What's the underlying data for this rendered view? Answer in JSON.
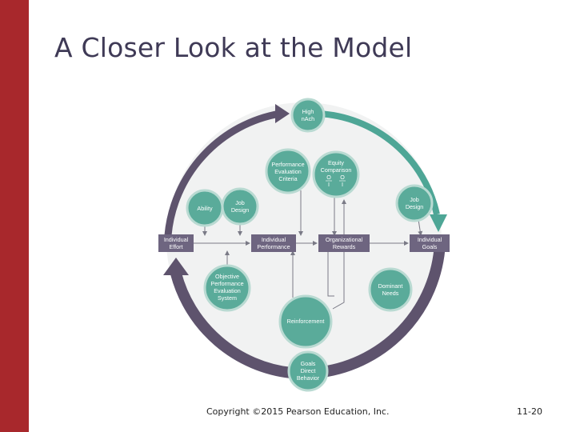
{
  "slide": {
    "title": "A Closer Look at the Model",
    "copyright": "Copyright ©2015 Pearson Education, Inc.",
    "page_number": "11-20"
  },
  "diagram": {
    "nodes": {
      "high_nach": [
        "High",
        "nAch"
      ],
      "performance_evaluation_criteria": [
        "Performance",
        "Evaluation",
        "Criteria"
      ],
      "equity_comparison": [
        "Equity",
        "Comparison"
      ],
      "equity_formula": [
        "O",
        "I",
        "O",
        "I"
      ],
      "ability": [
        "Ability"
      ],
      "job_design_left": [
        "Job",
        "Design"
      ],
      "job_design_right": [
        "Job",
        "Design"
      ],
      "individual_effort": [
        "Individual",
        "Effort"
      ],
      "individual_performance": [
        "Individual",
        "Performance"
      ],
      "organizational_rewards": [
        "Organizational",
        "Rewards"
      ],
      "individual_goals": [
        "Individual",
        "Goals"
      ],
      "objective_performance_evaluation_system": [
        "Objective",
        "Performance",
        "Evaluation",
        "System"
      ],
      "dominant_needs": [
        "Dominant",
        "Needs"
      ],
      "reinforcement": [
        "Reinforcement"
      ],
      "goals_direct_behavior": [
        "Goals",
        "Direct",
        "Behavior"
      ]
    },
    "colors": {
      "arc_dark": "#5e536d",
      "arc_teal": "#4ea696",
      "circle_fill": "#5aab9a",
      "circle_stroke": "#b9dad2",
      "box_fill": "#6e6580",
      "background_ring": "#f1f2f2",
      "arrow": "#7a7a86"
    }
  }
}
